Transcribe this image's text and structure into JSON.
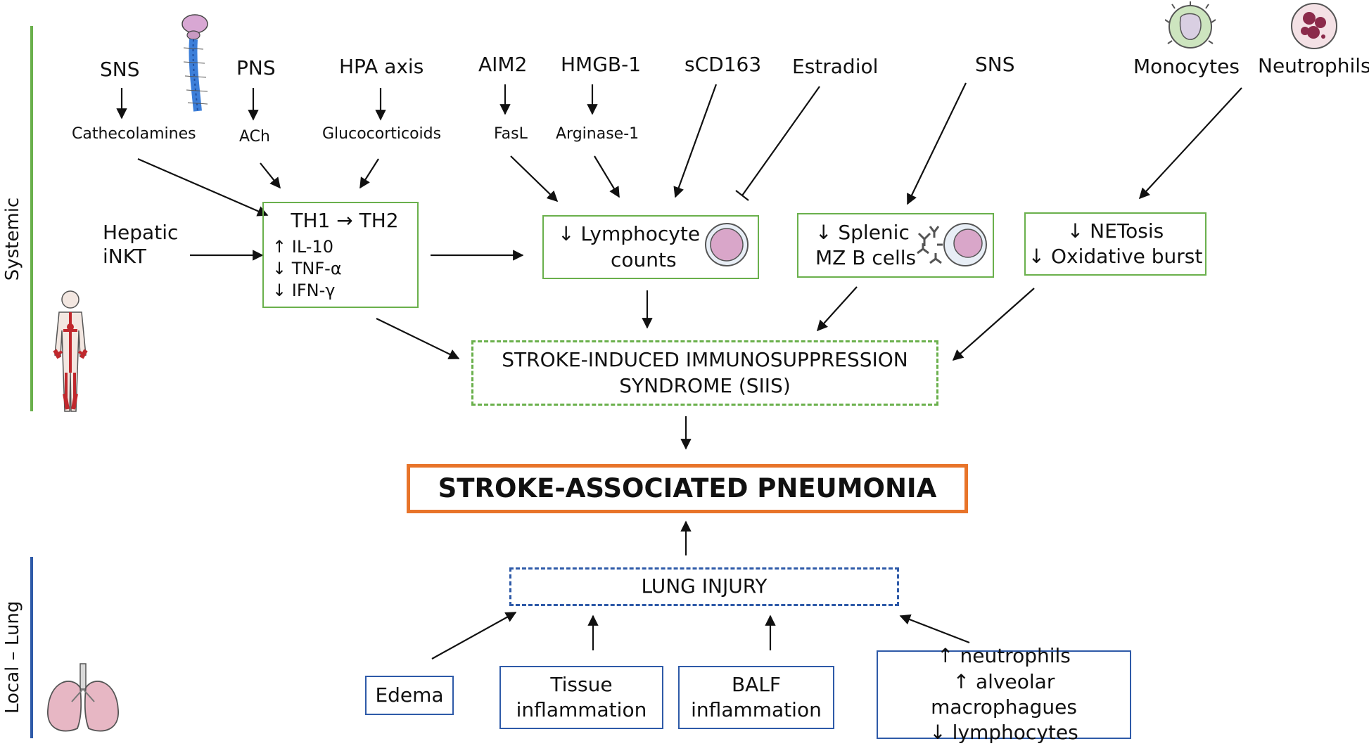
{
  "sections": {
    "systemic": "Systemic",
    "local": "Local – Lung"
  },
  "inputs": {
    "sns1": "SNS",
    "pns": "PNS",
    "hpa": "HPA axis",
    "aim2": "AIM2",
    "hmgb1": "HMGB-1",
    "scd163": "sCD163",
    "estradiol": "Estradiol",
    "sns2": "SNS",
    "monocytes": "Monocytes",
    "neutrophils": "Neutrophils",
    "catecholamines": "Cathecolamines",
    "ach": "ACh",
    "glucocorticoids": "Glucocorticoids",
    "fasl": "FasL",
    "arginase": "Arginase-1",
    "hepatic_line1": "Hepatic",
    "hepatic_line2": "iNKT"
  },
  "boxes": {
    "th": {
      "title": "TH1 → TH2",
      "items": [
        "↑ IL-10",
        "↓ TNF-α",
        "↓ IFN-γ"
      ]
    },
    "lymphocyte": [
      "↓ Lymphocyte",
      "counts"
    ],
    "splenic": [
      "↓ Splenic",
      "MZ B cells"
    ],
    "netosis": [
      "↓ NETosis",
      "↓ Oxidative burst"
    ],
    "siis": [
      "STROKE-INDUCED IMMUNOSUPPRESSION",
      "SYNDROME (SIIS)"
    ],
    "pneumonia": "STROKE-ASSOCIATED PNEUMONIA",
    "lung_injury": "LUNG INJURY",
    "edema": "Edema",
    "tissue": [
      "Tissue",
      "inflammation"
    ],
    "balf": [
      "BALF",
      "inflammation"
    ],
    "cells": [
      "↑ neutrophils",
      "↑ alveolar macrophagues",
      "↓ lymphocytes"
    ]
  },
  "colors": {
    "systemic_bar": "#6ab04c",
    "local_bar": "#2e5aa8",
    "pneumonia_border": "#e8742a"
  },
  "icons": [
    "spinal-cord-icon",
    "human-body-icon",
    "monocyte-icon",
    "neutrophil-icon",
    "lymphocyte-icon",
    "b-cell-antibody-icon",
    "lungs-icon"
  ]
}
